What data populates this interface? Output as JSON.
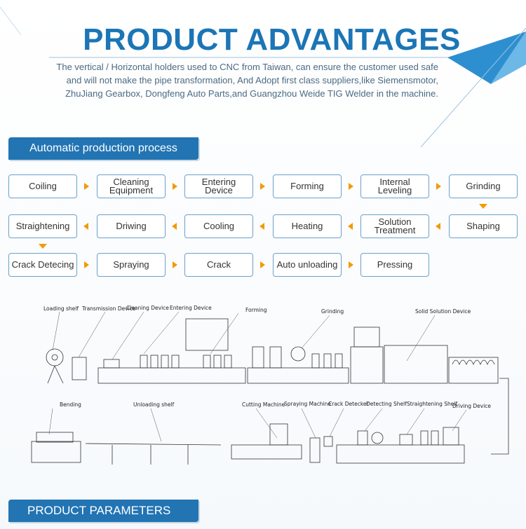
{
  "header": {
    "title": "PRODUCT ADVANTAGES",
    "description_lines": [
      "The vertical / Horizontal holders used to CNC from Taiwan, can ensure the customer used safe",
      "and will not make the pipe transformation, And Adopt first class suppliers,like Siemensmotor,",
      "ZhuJiang Gearbox, Dongfeng Auto Parts,and Guangzhou Weide TIG Welder in the machine."
    ]
  },
  "process": {
    "heading": "Automatic production process",
    "row1": [
      "Coiling",
      "Cleaning Equipment",
      "Entering Device",
      "Forming",
      "Internal Leveling",
      "Grinding"
    ],
    "row2": [
      "Straightening",
      "Driwing",
      "Cooling",
      "Heating",
      "Solution Treatment",
      "Shaping"
    ],
    "row3": [
      "Crack Detecing",
      "Spraying",
      "Crack",
      "Auto unloading",
      "Pressing"
    ]
  },
  "diagram": {
    "top_labels": [
      "Loading shelf",
      "Transmission Device",
      "Cleaning Device",
      "Entering Device",
      "Forming",
      "Grinding",
      "Solid Solution Device"
    ],
    "bottom_labels": [
      "Bending",
      "Unloading shelf",
      "Cutting Machine",
      "Spraying Machine",
      "Crack Detecker",
      "Detecting Shelf",
      "Straightening Shelf",
      "Driving Device"
    ]
  },
  "footer": {
    "heading": "PRODUCT PARAMETERS"
  },
  "colors": {
    "accent_blue": "#1b75b6",
    "bar_blue": "#2274b3",
    "arrow_orange": "#f29a00",
    "box_border": "#6ba1cc"
  }
}
